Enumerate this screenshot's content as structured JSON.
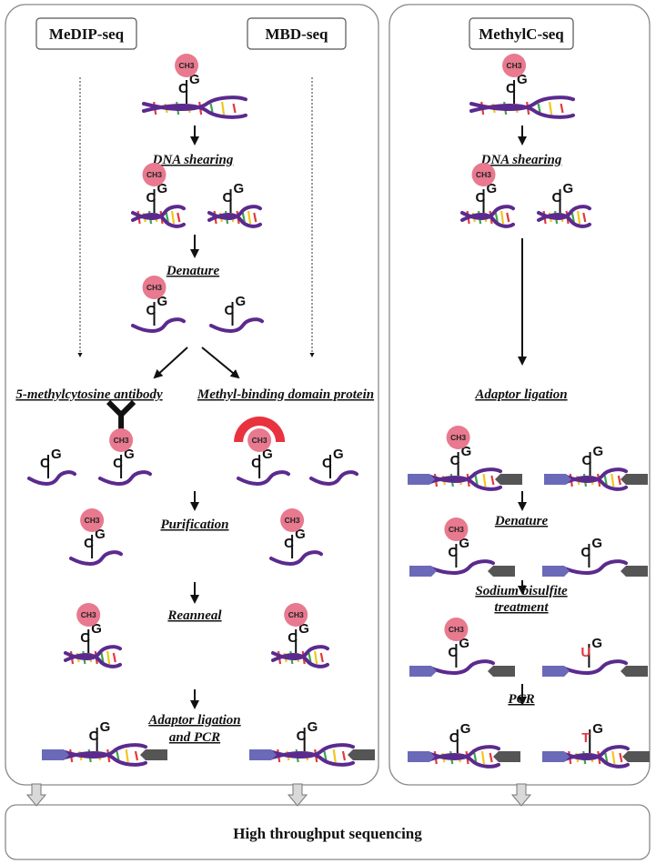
{
  "headers": {
    "medip": "MeDIP-seq",
    "mbd": "MBD-seq",
    "methylc": "MethylC-seq"
  },
  "steps_left": {
    "shearing": "DNA shearing",
    "denature": "Denature",
    "antibody": "5-methylcytosine antibody",
    "mbd_protein": "Methyl-binding domain protein",
    "purification": "Purification",
    "reanneal": "Reanneal",
    "adaptor_1": "Adaptor ligation",
    "adaptor_2": "and PCR"
  },
  "steps_right": {
    "shearing": "DNA shearing",
    "adaptor": "Adaptor ligation",
    "denature": "Denature",
    "bisulfite_1": "Sodium bisulfite",
    "bisulfite_2": "treatment",
    "pcr": "PCR"
  },
  "final_step": "High throughput sequencing",
  "labels": {
    "ch3": "CH3",
    "c": "C",
    "g": "G",
    "u": "U",
    "t": "T"
  },
  "colors": {
    "strand": "#5b2a8e",
    "ch3_circle": "#e8798f",
    "mbd_protein": "#e8333f",
    "antibody": "#111111",
    "adaptor_blue": "#6a6ab8",
    "adaptor_gray": "#555555",
    "converted_base": "#e8333f",
    "rung_colors": [
      "#e23a3a",
      "#f2c618",
      "#3aa64a",
      "#f2c618",
      "#e23a3a",
      "#3aa64a",
      "#f2c618",
      "#e23a3a"
    ]
  }
}
